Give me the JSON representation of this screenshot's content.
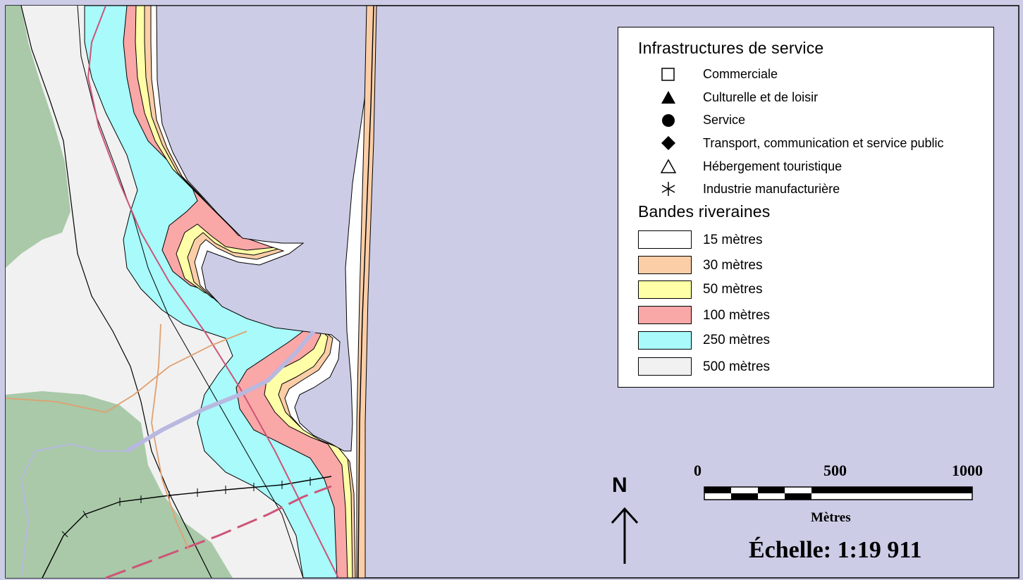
{
  "colors": {
    "water": "#CCCCE6",
    "band_15": "#FFFFFF",
    "band_30": "#FBCEA8",
    "band_50": "#FFFFA8",
    "band_100": "#FAA7A7",
    "band_250": "#A8FAFB",
    "band_500": "#F1F1F1",
    "forest": "#A9C9A9",
    "rail_red": "#CC5577",
    "road_orange": "#E0A070"
  },
  "legend": {
    "services_title": "Infrastructures de service",
    "services": [
      {
        "icon": "square-outline-icon",
        "label": "Commerciale"
      },
      {
        "icon": "triangle-filled-icon",
        "label": "Culturelle et de loisir"
      },
      {
        "icon": "circle-filled-icon",
        "label": "Service"
      },
      {
        "icon": "diamond-filled-icon",
        "label": "Transport, communication et service public"
      },
      {
        "icon": "triangle-outline-icon",
        "label": "Hébergement touristique"
      },
      {
        "icon": "asterisk-icon",
        "label": "Industrie manufacturière"
      }
    ],
    "bands_title": "Bandes riveraines",
    "bands": [
      {
        "color": "#FFFFFF",
        "label": "15 mètres"
      },
      {
        "color": "#FBCEA8",
        "label": "30 mètres"
      },
      {
        "color": "#FFFFA8",
        "label": "50 mètres"
      },
      {
        "color": "#FAA7A7",
        "label": "100 mètres"
      },
      {
        "color": "#A8FAFB",
        "label": "250 mètres"
      },
      {
        "color": "#F1F1F1",
        "label": "500 mètres"
      }
    ]
  },
  "north": {
    "label": "N"
  },
  "scale": {
    "ticks": [
      "0",
      "500",
      "1000"
    ],
    "unit": "Mètres",
    "ratio": "Échelle: 1:19 911"
  }
}
